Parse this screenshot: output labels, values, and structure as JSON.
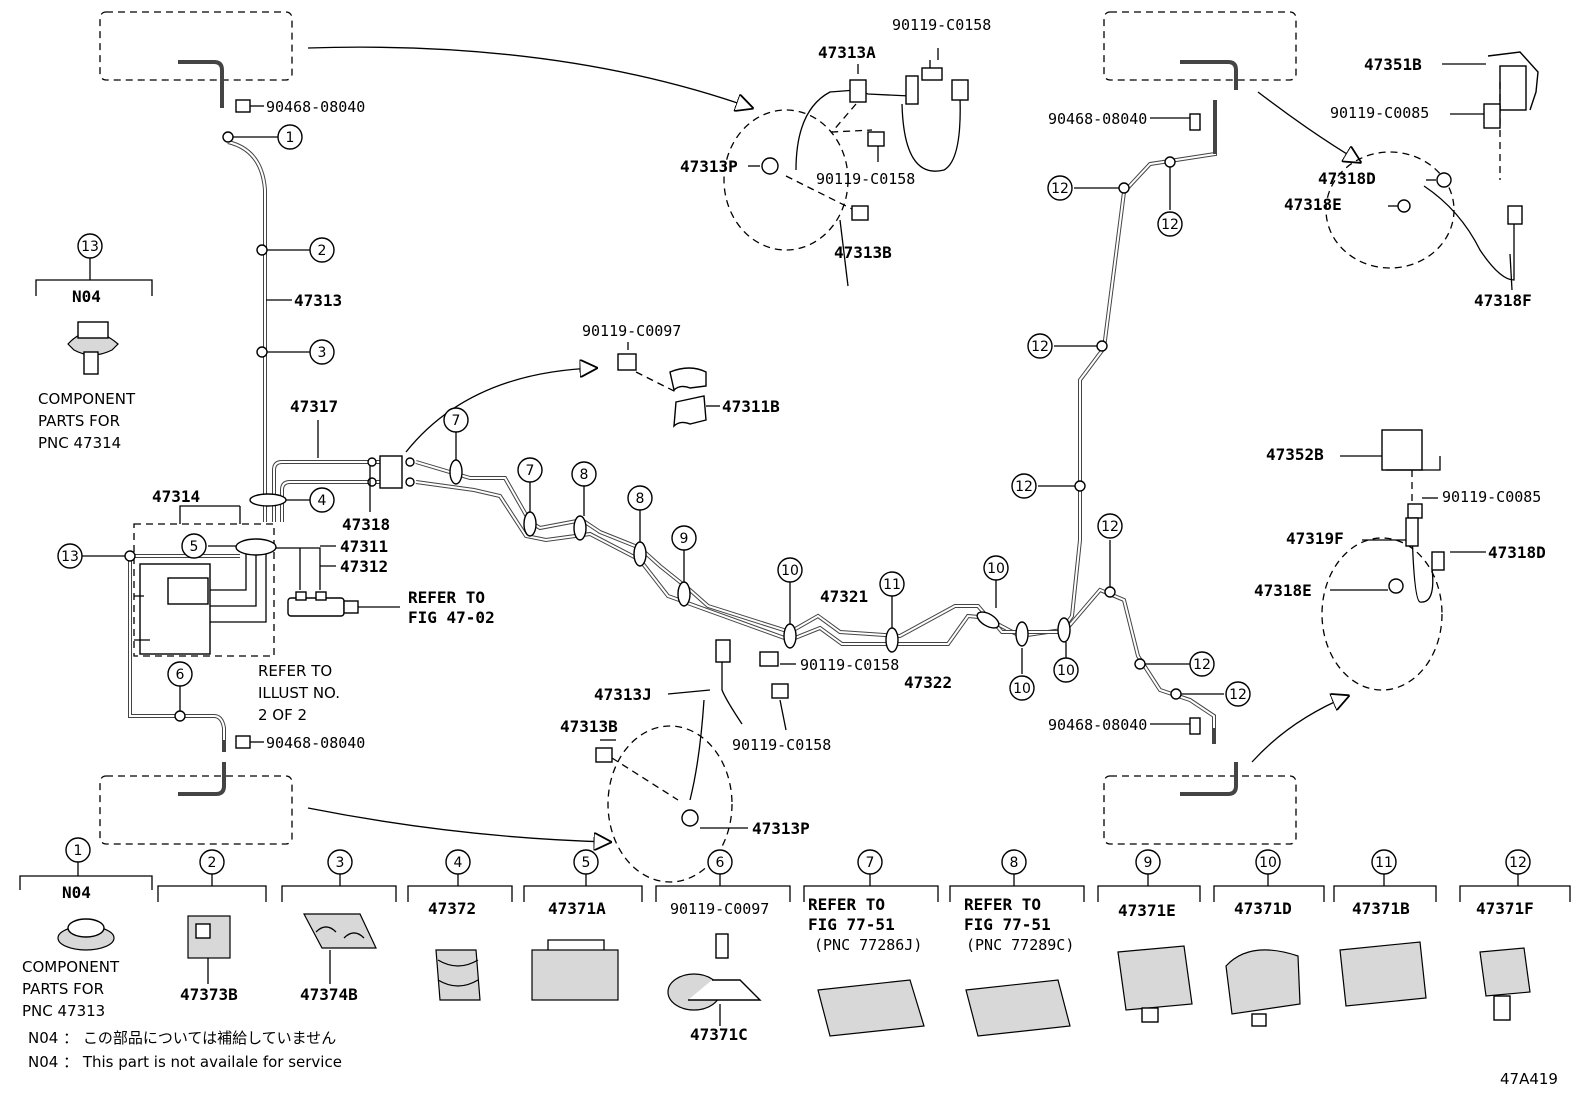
{
  "diagram_id": "47A419",
  "callouts": [
    "1",
    "2",
    "3",
    "4",
    "5",
    "6",
    "7",
    "8",
    "9",
    "10",
    "11",
    "12",
    "13"
  ],
  "labels": {
    "p47313": "47313",
    "p47317": "47317",
    "p47314": "47314",
    "p47318": "47318",
    "p47311": "47311",
    "p47312": "47312",
    "p47321": "47321",
    "p47322": "47322",
    "p47311B": "47311B",
    "p47313A": "47313A",
    "p47313P_top": "47313P",
    "p47313B_top": "47313B",
    "p47313J": "47313J",
    "p47313B_bot": "47313B",
    "p47313P_bot": "47313P",
    "p47351B": "47351B",
    "p47318D_top": "47318D",
    "p47318E_top": "47318E",
    "p47318F": "47318F",
    "p47352B": "47352B",
    "p47319F": "47319F",
    "p47318D_bot": "47318D",
    "p47318E_bot": "47318E",
    "clip_a": "90468-08040",
    "clip_b": "90468-08040",
    "clip_c": "90468-08040",
    "clip_d": "90468-08040",
    "bolt_c0158_a": "90119-C0158",
    "bolt_c0158_b": "90119-C0158",
    "bolt_c0158_c": "90119-C0158",
    "bolt_c0158_d": "90119-C0158",
    "bolt_c0097": "90119-C0097",
    "bolt_c0085_a": "90119-C0085",
    "bolt_c0085_b": "90119-C0085",
    "refer_to": "REFER TO",
    "fig_4702": "FIG 47-02",
    "refer_illust_1": "REFER TO",
    "refer_illust_2": "ILLUST NO.",
    "refer_illust_3": "2 OF 2",
    "n04_top": "N04",
    "comp_top_1": "COMPONENT",
    "comp_top_2": "PARTS FOR",
    "comp_top_3": "PNC 47314"
  },
  "legend": [
    {
      "num": "1",
      "code": "N04",
      "part": "",
      "note": [
        "COMPONENT",
        "PARTS FOR",
        "PNC 47313"
      ]
    },
    {
      "num": "2",
      "code": "",
      "part": "47373B",
      "note": []
    },
    {
      "num": "3",
      "code": "",
      "part": "47374B",
      "note": []
    },
    {
      "num": "4",
      "code": "47372",
      "part": "",
      "note": []
    },
    {
      "num": "5",
      "code": "47371A",
      "part": "",
      "note": []
    },
    {
      "num": "6",
      "code": "90119-C0097",
      "part": "47371C",
      "note": []
    },
    {
      "num": "7",
      "code": "REFER TO",
      "part": "",
      "note": [
        "FIG 77-51",
        "(PNC 77286J)"
      ]
    },
    {
      "num": "8",
      "code": "REFER TO",
      "part": "",
      "note": [
        "FIG 77-51",
        "(PNC 77289C)"
      ]
    },
    {
      "num": "9",
      "code": "47371E",
      "part": "",
      "note": []
    },
    {
      "num": "10",
      "code": "47371D",
      "part": "",
      "note": []
    },
    {
      "num": "11",
      "code": "47371B",
      "part": "",
      "note": []
    },
    {
      "num": "12",
      "code": "47371F",
      "part": "",
      "note": []
    }
  ],
  "footnotes": {
    "jp": "N04 ： この部品については補給していません",
    "en": "N04 ：  This part is not availale for service"
  }
}
